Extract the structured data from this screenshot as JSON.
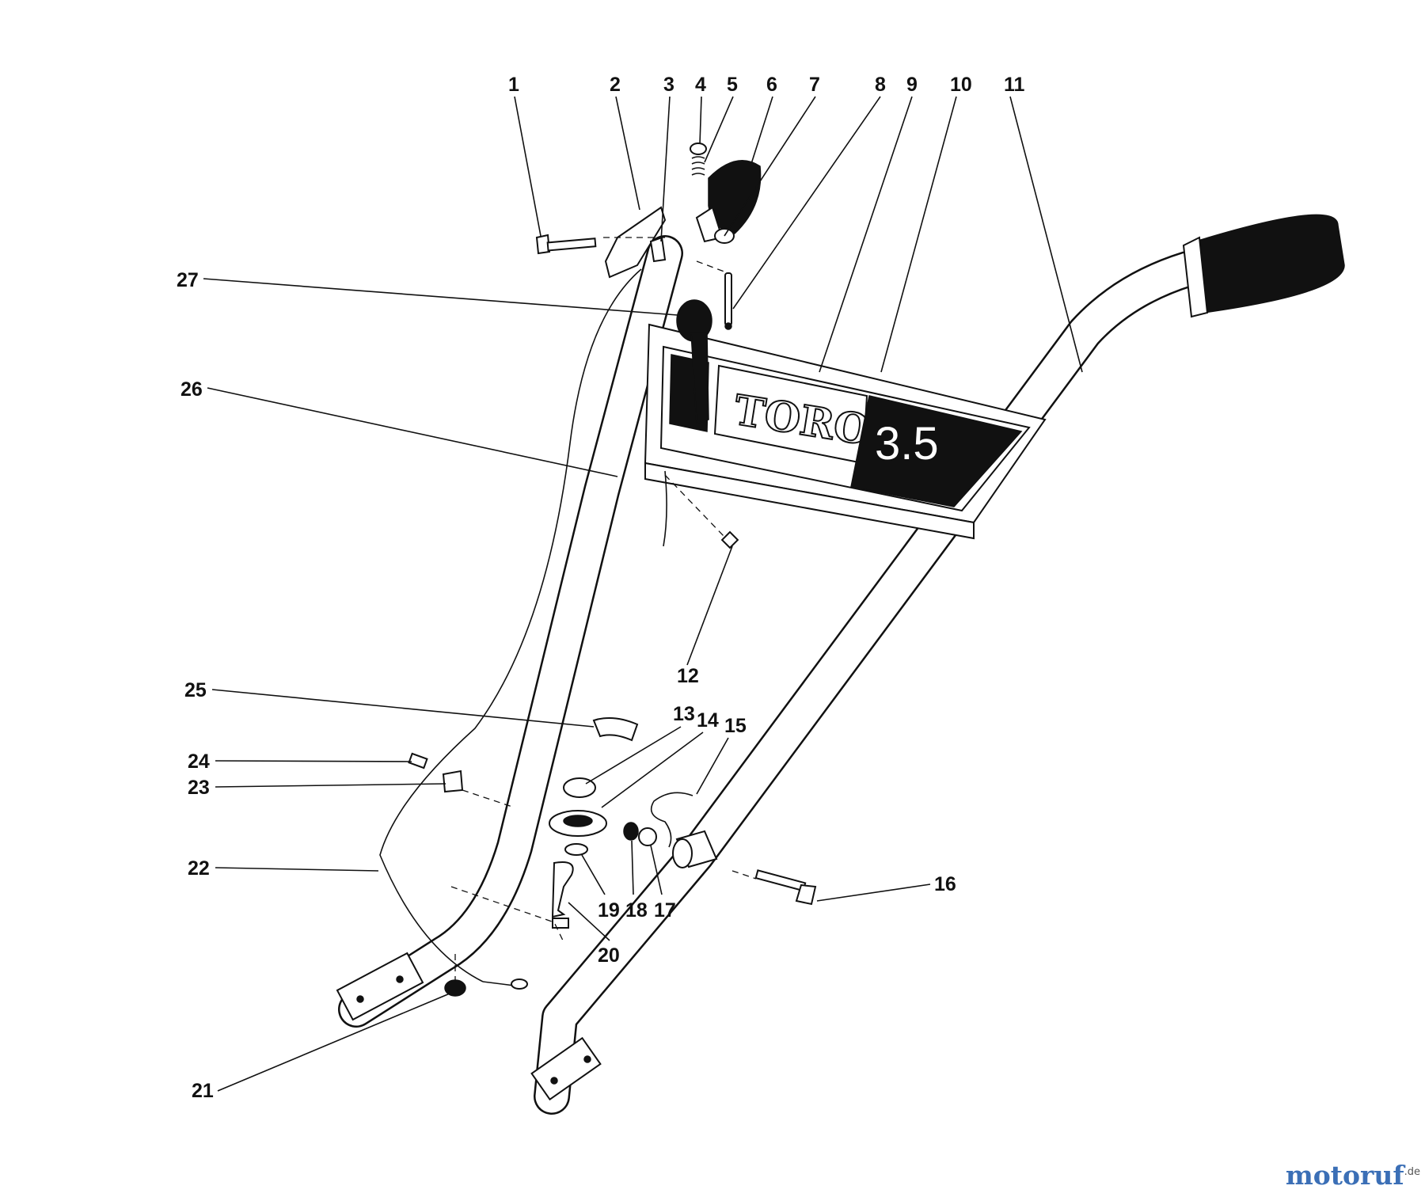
{
  "labels": {
    "n1": "1",
    "n2": "2",
    "n3": "3",
    "n4": "4",
    "n5": "5",
    "n6": "6",
    "n7": "7",
    "n8": "8",
    "n9": "9",
    "n10": "10",
    "n11": "11",
    "n12": "12",
    "n13": "13",
    "n14": "14",
    "n15": "15",
    "n16": "16",
    "n17": "17",
    "n18": "18",
    "n19": "19",
    "n20": "20",
    "n21": "21",
    "n22": "22",
    "n23": "23",
    "n24": "24",
    "n25": "25",
    "n26": "26",
    "n27": "27"
  },
  "panel": {
    "brand": "TORO",
    "model": "3.5"
  },
  "watermark": {
    "name": "motoruf",
    "tld": ".de"
  }
}
